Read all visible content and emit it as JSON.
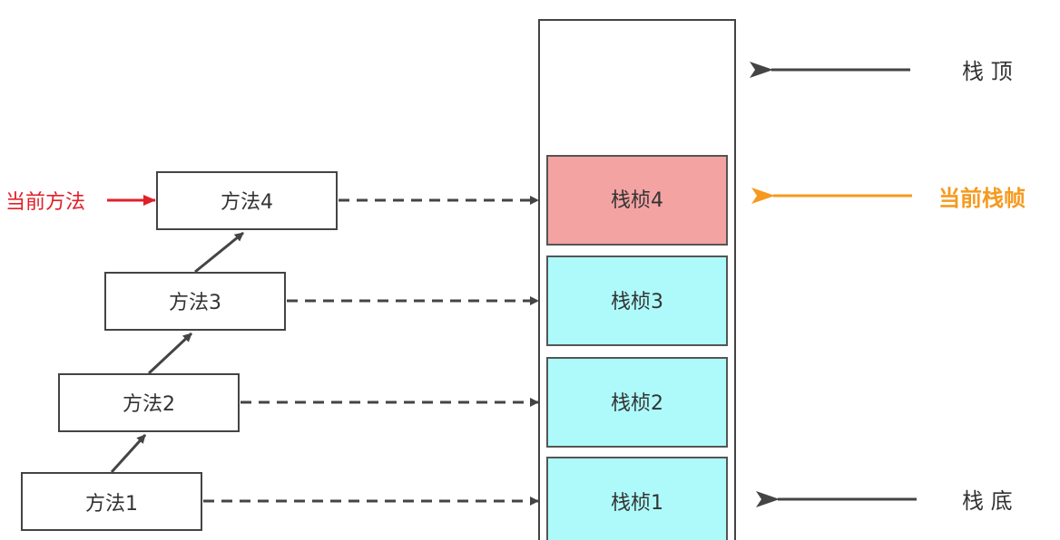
{
  "methods": [
    {
      "label": "方法1"
    },
    {
      "label": "方法2"
    },
    {
      "label": "方法3"
    },
    {
      "label": "方法4"
    }
  ],
  "current_method_label": "当前方法",
  "frames": [
    {
      "label": "栈桢1",
      "state": "normal"
    },
    {
      "label": "栈桢2",
      "state": "normal"
    },
    {
      "label": "栈桢3",
      "state": "normal"
    },
    {
      "label": "栈桢4",
      "state": "current"
    }
  ],
  "stack_top_label": "栈 顶",
  "stack_bottom_label": "栈 底",
  "current_frame_label": "当前栈帧",
  "colors": {
    "frame_normal": "#aefafa",
    "frame_current": "#f4a3a3",
    "current_method_text": "#e0202a",
    "current_frame_text": "#f59a1f",
    "line": "#444444"
  }
}
